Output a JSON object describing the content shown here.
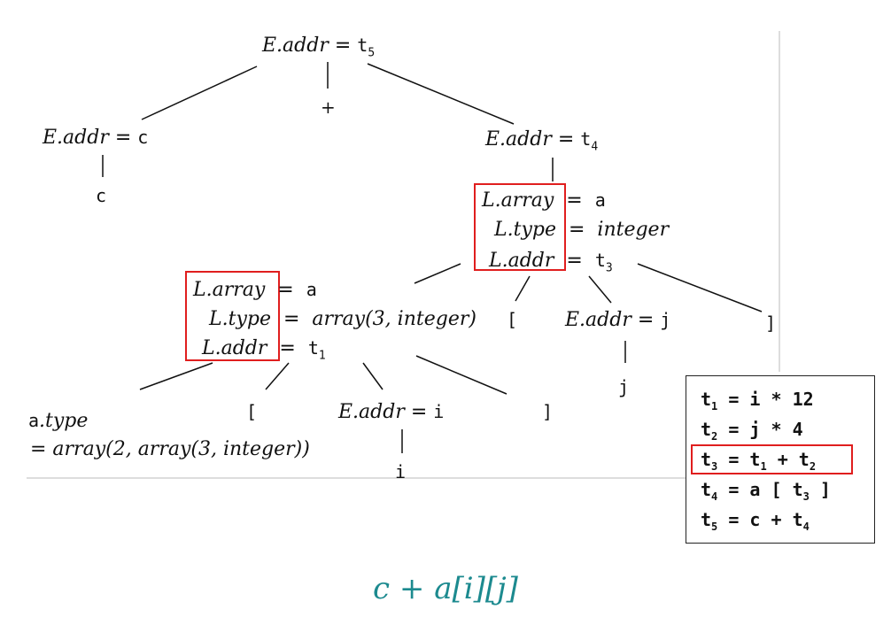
{
  "nodes": {
    "root": {
      "attr": "E.addr",
      "eq": "=",
      "val": "t",
      "sub": "5"
    },
    "plus": "+",
    "left": {
      "attr": "E.addr",
      "eq": "=",
      "val": "c"
    },
    "left_leaf": "c",
    "right": {
      "attr": "E.addr",
      "eq": "=",
      "val": "t",
      "sub": "4"
    },
    "L1": {
      "array_attr": "L.array",
      "array_val": "a",
      "type_attr": "L.type",
      "type_val": "integer",
      "addr_attr": "L.addr",
      "addr_val": "t",
      "addr_sub": "3"
    },
    "L1_lbracket": "[",
    "L1_rbracket": "]",
    "Ej": {
      "attr": "E.addr",
      "eq": "=",
      "val": "j"
    },
    "Ej_leaf": "j",
    "L2": {
      "array_attr": "L.array",
      "array_val": "a",
      "type_attr": "L.type",
      "type_val": "array(3, integer)",
      "addr_attr": "L.addr",
      "addr_val": "t",
      "addr_sub": "1"
    },
    "a_type_line1_val": "a",
    "a_type_line1_attr": ".type",
    "a_type_line2": "= array(2, array(3, integer))",
    "L2_lbracket": "[",
    "L2_rbracket": "]",
    "Ei": {
      "attr": "E.addr",
      "eq": "=",
      "val": "i"
    },
    "Ei_leaf": "i"
  },
  "code": [
    {
      "lhs": "t",
      "lsub": "1",
      "rhs": " = i * 12"
    },
    {
      "lhs": "t",
      "lsub": "2",
      "rhs": " = j * 4"
    },
    {
      "lhs": "t",
      "lsub": "3",
      "rhs": " = t",
      "rsub": "1",
      "rhs2": " + t",
      "rsub2": "2"
    },
    {
      "lhs": "t",
      "lsub": "4",
      "rhs": " = a [ t",
      "rsub": "3",
      "rhs2": " ]"
    },
    {
      "lhs": "t",
      "lsub": "5",
      "rhs": " = c + t",
      "rsub": "4"
    }
  ],
  "expression": "c + a[i][j]",
  "colors": {
    "highlight": "#e01e1e",
    "expression": "#1c8a8f"
  }
}
